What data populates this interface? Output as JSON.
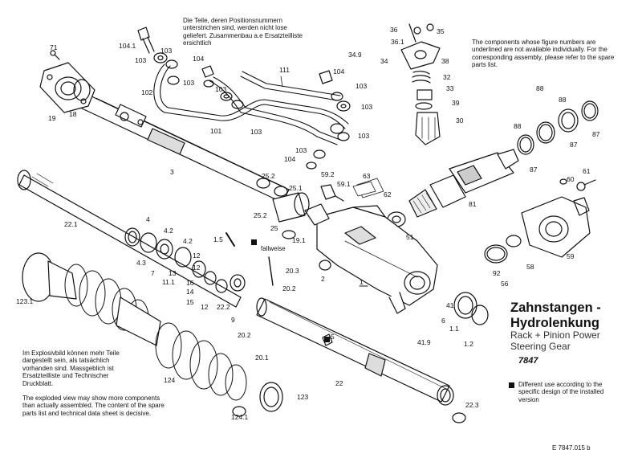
{
  "notes": {
    "top_german": "Die Teile, deren Positionsnummern unterstrichen sind, werden nicht lose geliefert. Zusammenbau a.e Ersatzteilliste ersichtlich",
    "top_english": "The components whose figure numbers are underlined are not available individually. For the corresponding assembly, please refer to the spare parts list.",
    "bottom_german": "Im Explosivbild können mehr Teile dargestellt sein, als tatsächlich vorhanden sind. Massgeblich ist Ersatzteilliste und Technischer Druckblatt.",
    "bottom_english": "The exploded view may show more components than actually assembled. The content of the spare parts list and technical data sheet is decisive.",
    "variant_key": "Different use according to the specific design of the installed version",
    "fallweise": "fallweise"
  },
  "title": {
    "line1": "Zahnstangen -",
    "line2": "Hydrolenkung",
    "sub1": "Rack + Pinion Power",
    "sub2": "Steering Gear",
    "model": "7847"
  },
  "doc_number": "E 7847.015 b",
  "part_labels": [
    {
      "id": "71",
      "text": "71"
    },
    {
      "id": "19",
      "text": "19"
    },
    {
      "id": "18",
      "text": "18"
    },
    {
      "id": "3",
      "text": "3"
    },
    {
      "id": "104_1",
      "text": "104.1"
    },
    {
      "id": "103a",
      "text": "103"
    },
    {
      "id": "103b",
      "text": "103"
    },
    {
      "id": "104a",
      "text": "104"
    },
    {
      "id": "103c",
      "text": "103"
    },
    {
      "id": "102",
      "text": "102"
    },
    {
      "id": "103d",
      "text": "103"
    },
    {
      "id": "111",
      "text": "111"
    },
    {
      "id": "104b",
      "text": "104"
    },
    {
      "id": "103e",
      "text": "103"
    },
    {
      "id": "103f",
      "text": "103"
    },
    {
      "id": "101",
      "text": "101"
    },
    {
      "id": "103g",
      "text": "103"
    },
    {
      "id": "103h",
      "text": "103"
    },
    {
      "id": "103i",
      "text": "103"
    },
    {
      "id": "104c",
      "text": "104"
    },
    {
      "id": "36",
      "text": "36"
    },
    {
      "id": "35",
      "text": "35"
    },
    {
      "id": "36_1",
      "text": "36.1"
    },
    {
      "id": "34_9",
      "text": "34.9"
    },
    {
      "id": "34",
      "text": "34"
    },
    {
      "id": "38",
      "text": "38"
    },
    {
      "id": "32",
      "text": "32"
    },
    {
      "id": "33",
      "text": "33"
    },
    {
      "id": "39",
      "text": "39"
    },
    {
      "id": "30",
      "text": "30"
    },
    {
      "id": "88a",
      "text": "88"
    },
    {
      "id": "88b",
      "text": "88"
    },
    {
      "id": "88c",
      "text": "88"
    },
    {
      "id": "87a",
      "text": "87"
    },
    {
      "id": "87b",
      "text": "87"
    },
    {
      "id": "87c",
      "text": "87"
    },
    {
      "id": "61",
      "text": "61"
    },
    {
      "id": "60",
      "text": "60"
    },
    {
      "id": "81",
      "text": "81"
    },
    {
      "id": "59",
      "text": "59"
    },
    {
      "id": "58",
      "text": "58"
    },
    {
      "id": "92",
      "text": "92"
    },
    {
      "id": "56",
      "text": "56"
    },
    {
      "id": "63",
      "text": "63"
    },
    {
      "id": "62",
      "text": "62"
    },
    {
      "id": "59_2",
      "text": "59.2"
    },
    {
      "id": "59_1",
      "text": "59.1"
    },
    {
      "id": "51",
      "text": "51"
    },
    {
      "id": "25_2",
      "text": "25.2"
    },
    {
      "id": "25_1",
      "text": "25.1"
    },
    {
      "id": "25_2b",
      "text": "25.2"
    },
    {
      "id": "25",
      "text": "25"
    },
    {
      "id": "19_1",
      "text": "19.1"
    },
    {
      "id": "20_3",
      "text": "20.3"
    },
    {
      "id": "2",
      "text": "2"
    },
    {
      "id": "20_2a",
      "text": "20.2"
    },
    {
      "id": "1",
      "text": "1"
    },
    {
      "id": "22_1",
      "text": "22.1"
    },
    {
      "id": "4",
      "text": "4"
    },
    {
      "id": "4_2a",
      "text": "4.2"
    },
    {
      "id": "4_2b",
      "text": "4.2"
    },
    {
      "id": "4_3",
      "text": "4.3"
    },
    {
      "id": "7",
      "text": "7"
    },
    {
      "id": "11_1",
      "text": "11.1"
    },
    {
      "id": "1_5",
      "text": "1.5"
    },
    {
      "id": "12a",
      "text": "12"
    },
    {
      "id": "12b",
      "text": "12"
    },
    {
      "id": "13",
      "text": "13"
    },
    {
      "id": "16",
      "text": "16"
    },
    {
      "id": "14",
      "text": "14"
    },
    {
      "id": "15",
      "text": "15"
    },
    {
      "id": "12c",
      "text": "12"
    },
    {
      "id": "22_2",
      "text": "22.2"
    },
    {
      "id": "9",
      "text": "9"
    },
    {
      "id": "20_2b",
      "text": "20.2"
    },
    {
      "id": "20_1",
      "text": "20.1"
    },
    {
      "id": "123_1",
      "text": "123.1"
    },
    {
      "id": "124",
      "text": "124"
    },
    {
      "id": "123",
      "text": "123"
    },
    {
      "id": "124_1",
      "text": "124.1"
    },
    {
      "id": "22",
      "text": "22"
    },
    {
      "id": "22_3",
      "text": "22.3"
    },
    {
      "id": "41",
      "text": "41"
    },
    {
      "id": "6",
      "text": "6"
    },
    {
      "id": "1_1",
      "text": "1.1"
    },
    {
      "id": "1_2",
      "text": "1.2"
    },
    {
      "id": "41_9",
      "text": "41.9"
    },
    {
      "id": "5",
      "text": "5"
    }
  ],
  "colors": {
    "ink": "#111111",
    "paper": "#ffffff",
    "shade": "#444444"
  }
}
